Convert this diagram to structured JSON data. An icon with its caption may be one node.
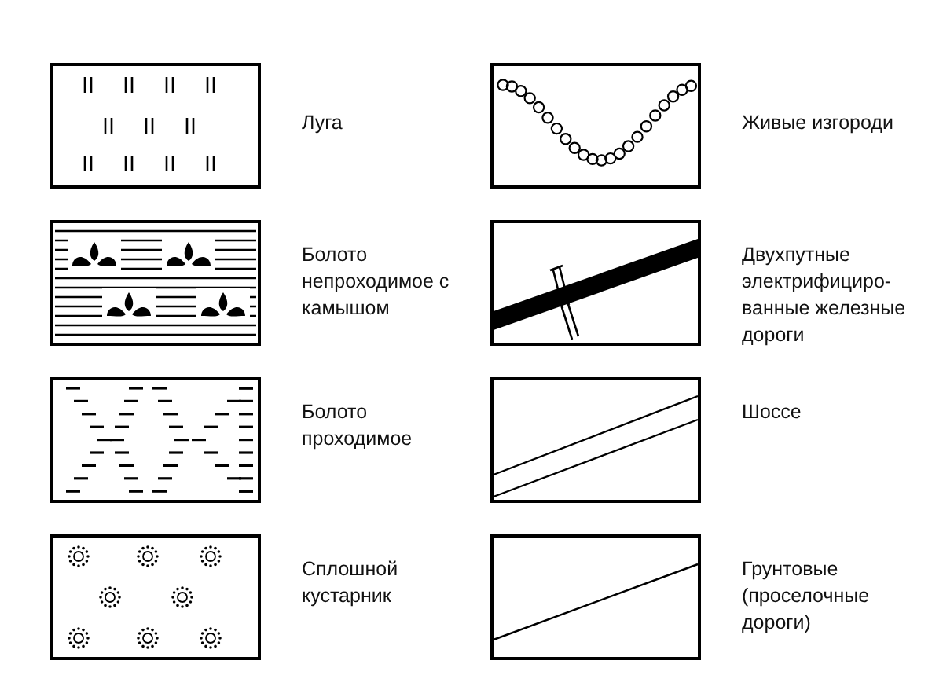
{
  "diagram": {
    "legend": [
      {
        "text": "Луга"
      },
      {
        "text": "Живые изгороди"
      },
      {
        "text": "Болото непроходимое с камышом"
      },
      {
        "text": "Двухпутные электрифициро- ванные железные дороги"
      },
      {
        "text": "Болото проходимое"
      },
      {
        "text": "Шоссе"
      },
      {
        "text": "Сплошной кустарник"
      },
      {
        "text": "Грунтовые (проселочные дороги)"
      }
    ]
  }
}
